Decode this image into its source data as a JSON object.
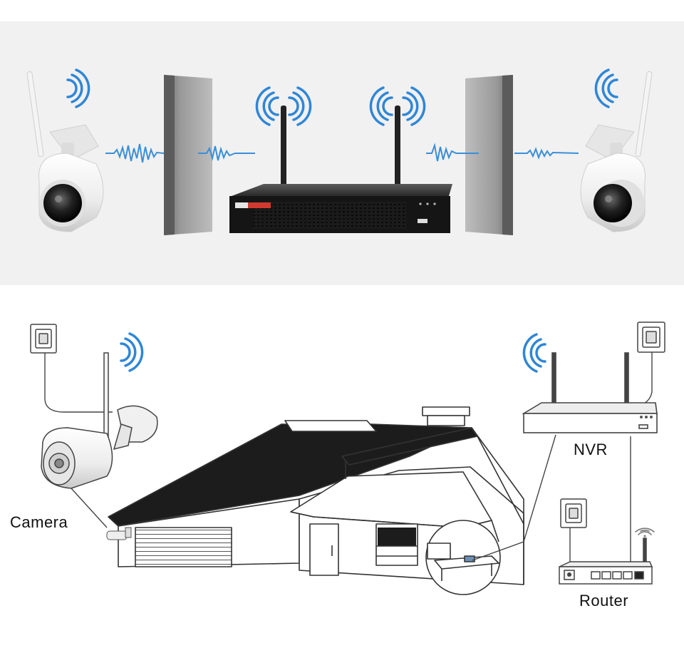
{
  "labels": {
    "camera": "Camera",
    "nvr": "NVR",
    "router": "Router"
  },
  "icons": {
    "signal": "wifi-signal-arcs-icon",
    "wall": "wall-obstacle",
    "power": "wall-power-adapter-icon",
    "router_wifi": "wifi-fan-icon"
  },
  "colors": {
    "panel_bg": "#f1f1f1",
    "signal_blue": "#2f86d6",
    "wave_blue": "#3a8fd8",
    "line_art": "#333333",
    "roof_dark": "#1a1a1a"
  }
}
